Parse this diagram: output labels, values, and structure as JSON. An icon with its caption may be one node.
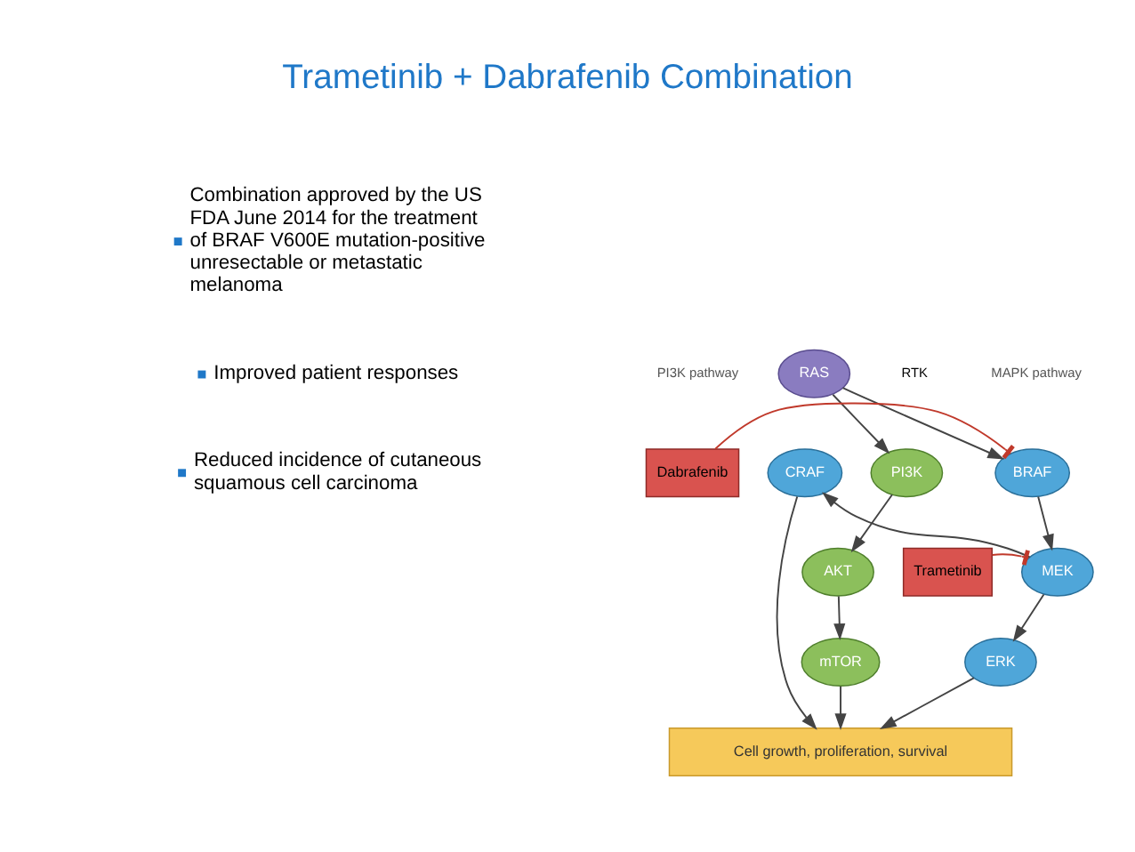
{
  "diagram": {
    "title": "Trametinib + Dabrafenib Combination",
    "nodes": [
      {
        "text": [
          "RAS"
        ]
      },
      {
        "text": [
          "PI3K"
        ]
      },
      {
        "text": [
          "CRAF"
        ]
      },
      {
        "text": [
          "BRAF"
        ]
      },
      {
        "text": [
          "Dabrafenib"
        ]
      },
      {
        "text": [
          "AKT"
        ]
      },
      {
        "text": [
          "MEK"
        ]
      },
      {
        "text": [
          "Trametinib"
        ]
      },
      {
        "text": [
          "mTOR"
        ]
      },
      {
        "text": [
          "ERK"
        ]
      },
      {
        "text": [
          "Cell growth, proliferation, survival"
        ]
      }
    ],
    "edges": [
      {
        "from": 0,
        "to": 1,
        "arrow": "to"
      },
      {
        "from": 0,
        "to": 3,
        "arrow": "to"
      },
      {
        "from": 1,
        "to": 5,
        "arrow": "to"
      },
      {
        "from": 3,
        "to": 6,
        "arrow": "to"
      },
      {
        "from": 4,
        "to": 3,
        "arrow": "other",
        "color": "#c0392b"
      },
      {
        "from": 6,
        "to": 2,
        "arrow": "to"
      },
      {
        "from": 5,
        "to": 8,
        "arrow": "to"
      },
      {
        "from": 6,
        "to": 9,
        "arrow": "to"
      },
      {
        "from": 7,
        "to": 6,
        "arrow": "other",
        "color": "#c0392b"
      },
      {
        "from": 8,
        "to": 10,
        "arrow": "to"
      },
      {
        "from": 2,
        "to": 10,
        "arrow": "to"
      },
      {
        "from": 9,
        "to": 10,
        "arrow": "to"
      }
    ],
    "labels": [
      "Combination approved by the US FDA June 2014 for the treatment of BRAF V600E mutation-positive unresectable or metastatic melanoma",
      "Improved patient responses",
      "Reduced incidence of cutaneous squamous cell carcinoma",
      "RTK",
      "PI3K pathway",
      "MAPK pathway"
    ]
  }
}
